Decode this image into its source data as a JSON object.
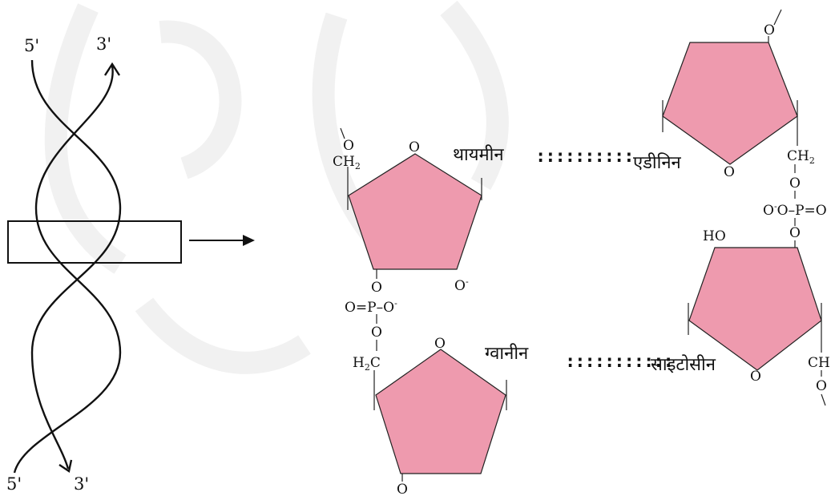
{
  "helix": {
    "top_left_end": "5'",
    "top_right_end": "3'",
    "bottom_left_end": "5'",
    "bottom_right_end": "3'"
  },
  "pair1": {
    "left_base": "थायमीन",
    "right_base": "एडीनिन",
    "bond": "::::::::::"
  },
  "pair2": {
    "left_base": "ग्वानीन",
    "right_base": "साइटोसीन",
    "bond": ":::::::::::"
  },
  "atoms": {
    "O": "O",
    "O_minus": "O",
    "minus": "-",
    "CH2": "CH",
    "sub2": "2",
    "H2C_H": "H",
    "H2C_C": "C",
    "phosphate_left": "O=P–O",
    "phosphate_right": "O–P=O",
    "HO": "HO",
    "CH": "CH"
  }
}
